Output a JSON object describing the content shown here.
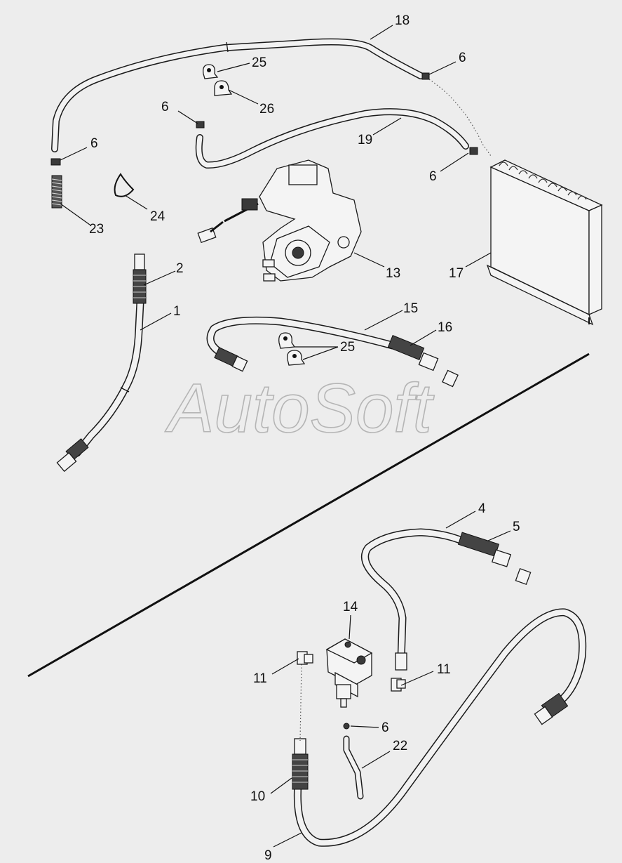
{
  "diagram": {
    "watermark": "AutoSoft",
    "callouts": {
      "c18": "18",
      "c25a": "25",
      "c26": "26",
      "c6a": "6",
      "c6b": "6",
      "c19": "19",
      "c6c": "6",
      "c6d": "6",
      "c23": "23",
      "c24": "24",
      "c13": "13",
      "c17": "17",
      "c2": "2",
      "c1": "1",
      "c15": "15",
      "c16": "16",
      "c25b": "25",
      "c4": "4",
      "c5": "5",
      "c14": "14",
      "c11a": "11",
      "c11b": "11",
      "c6e": "6",
      "c22": "22",
      "c10": "10",
      "c9": "9"
    }
  }
}
